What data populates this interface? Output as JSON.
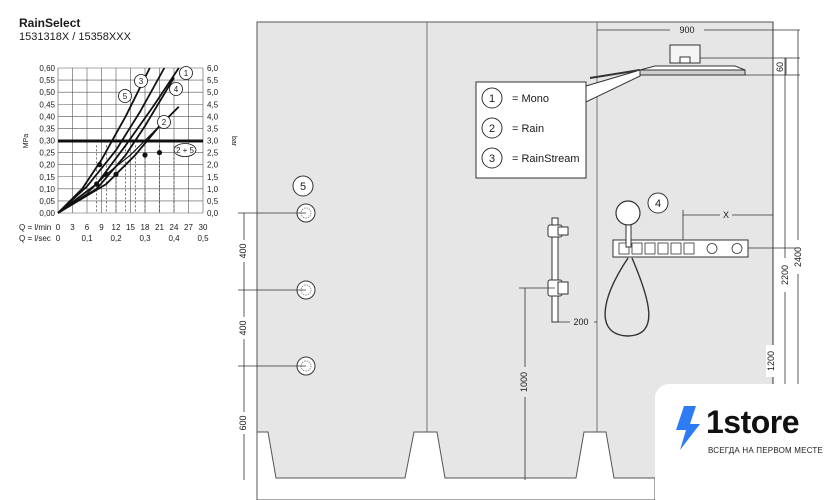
{
  "product": {
    "title": "RainSelect",
    "codes": "1531318X / 15358XXX"
  },
  "chart_data": {
    "type": "line",
    "left_axis_label": "MPa",
    "right_axis_label": "bar",
    "y_mpa_ticks": [
      "0,00",
      "0,05",
      "0,10",
      "0,15",
      "0,20",
      "0,25",
      "0,30",
      "0,35",
      "0,40",
      "0,45",
      "0,50",
      "0,55",
      "0,60"
    ],
    "y_bar_ticks": [
      "0,0",
      "0,5",
      "1,0",
      "1,5",
      "2,0",
      "2,5",
      "3,0",
      "3,5",
      "4,0",
      "4,5",
      "5,0",
      "5,5",
      "6,0"
    ],
    "x_lmin_label": "Q = l/min",
    "x_lmin_ticks": [
      "0",
      "3",
      "6",
      "9",
      "12",
      "15",
      "18",
      "21",
      "24",
      "27",
      "30"
    ],
    "x_lsec_label": "Q = l/sec",
    "x_lsec_ticks": [
      "0",
      "0,1",
      "0,2",
      "0,3",
      "0,4",
      "0,5"
    ],
    "reference_line_mpa": 0.3,
    "series": [
      {
        "name": "1",
        "x": [
          0,
          8,
          14,
          20,
          25
        ],
        "y": [
          0,
          0.12,
          0.28,
          0.45,
          0.6
        ]
      },
      {
        "name": "2",
        "x": [
          0,
          10,
          16,
          21,
          25
        ],
        "y": [
          0,
          0.12,
          0.24,
          0.36,
          0.44
        ]
      },
      {
        "name": "3",
        "x": [
          0,
          6,
          12,
          17,
          22
        ],
        "y": [
          0,
          0.11,
          0.26,
          0.42,
          0.6
        ]
      },
      {
        "name": "4",
        "x": [
          0,
          8,
          14,
          18,
          24
        ],
        "y": [
          0,
          0.1,
          0.24,
          0.36,
          0.56
        ]
      },
      {
        "name": "5",
        "x": [
          0,
          5,
          9,
          14,
          19
        ],
        "y": [
          0,
          0.1,
          0.22,
          0.4,
          0.6
        ]
      },
      {
        "name": "2 + 5",
        "x": [
          0,
          6,
          10,
          15,
          21
        ],
        "y": [
          0,
          0.08,
          0.16,
          0.24,
          0.36
        ]
      }
    ],
    "markers": [
      {
        "x": 8,
        "y": 0.12
      },
      {
        "x": 8.6,
        "y": 0.2
      },
      {
        "x": 10,
        "y": 0.16
      },
      {
        "x": 12,
        "y": 0.16
      },
      {
        "x": 18,
        "y": 0.24
      },
      {
        "x": 21,
        "y": 0.25
      }
    ]
  },
  "legend": [
    {
      "num": "1",
      "text": "= Mono"
    },
    {
      "num": "2",
      "text": "= Rain"
    },
    {
      "num": "3",
      "text": "= RainStream"
    }
  ],
  "callouts": {
    "shower_head": "4",
    "body_jets": "5"
  },
  "dimensions": {
    "width_top": "900",
    "head_height": "60",
    "h_2200": "2200",
    "h_2400": "2400",
    "h_1200": "1200",
    "h_1000": "1000",
    "gap_200": "200",
    "x_dim": "X",
    "v_400_a": "400",
    "v_400_b": "400",
    "v_600": "600"
  },
  "brand": {
    "name": "1store",
    "slogan": "ВСЕГДА НА ПЕРВОМ МЕСТЕ",
    "accent": "#2d7cf6"
  }
}
